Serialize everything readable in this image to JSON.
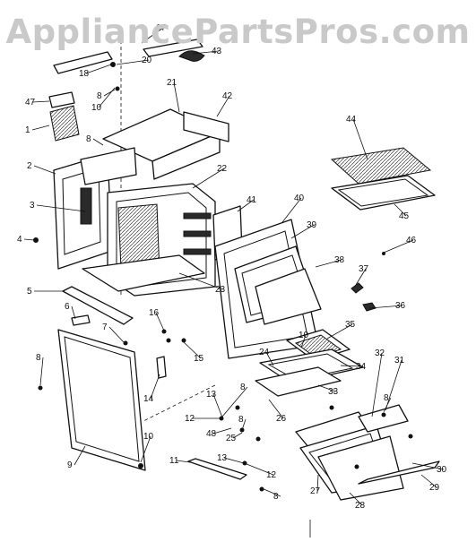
{
  "watermark": "AppliancePartsPros.com",
  "callouts": [
    "1",
    "2",
    "3",
    "4",
    "5",
    "6",
    "7",
    "8",
    "8",
    "8",
    "8",
    "8",
    "8",
    "8",
    "9",
    "10",
    "10",
    "10",
    "11",
    "12",
    "12",
    "13",
    "13",
    "14",
    "15",
    "16",
    "17",
    "18",
    "20",
    "21",
    "22",
    "23",
    "24",
    "25",
    "26",
    "27",
    "28",
    "29",
    "30",
    "31",
    "32",
    "33",
    "34",
    "35",
    "36",
    "37",
    "38",
    "39",
    "40",
    "41",
    "42",
    "43",
    "44",
    "45",
    "46",
    "47",
    "48"
  ]
}
